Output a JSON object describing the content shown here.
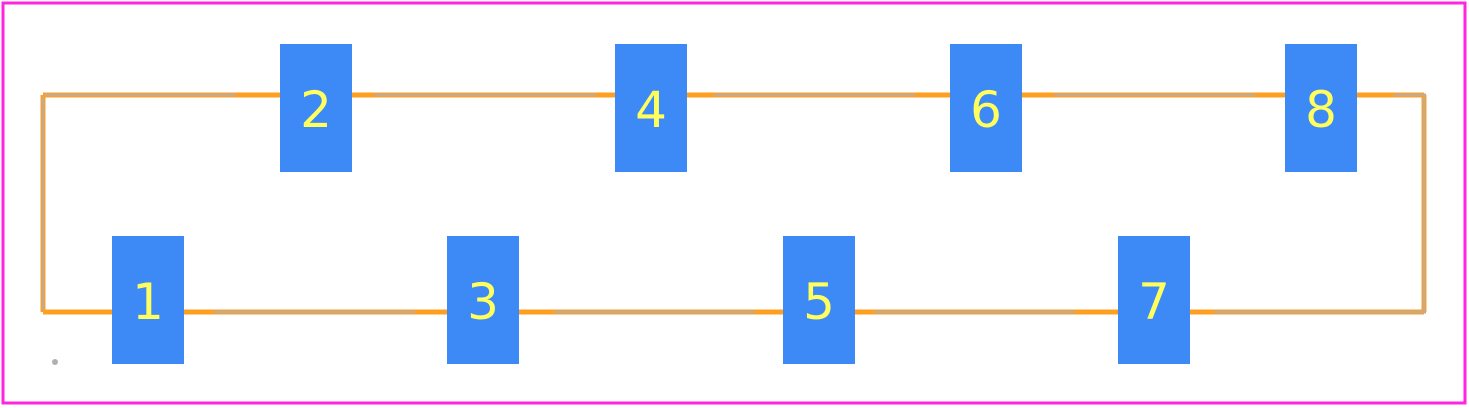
{
  "colors": {
    "background": "#ffffff",
    "board_outline": "#ff26e2",
    "silkscreen": "#ff9f1f",
    "silkscreen_highlight": "#c8aa86",
    "pad": "#3d8af7",
    "pad_label": "#ffff5e",
    "origin_marker": "#b0b0b0"
  },
  "pads": [
    {
      "label": "1",
      "row": "bottom"
    },
    {
      "label": "2",
      "row": "top"
    },
    {
      "label": "3",
      "row": "bottom"
    },
    {
      "label": "4",
      "row": "top"
    },
    {
      "label": "5",
      "row": "bottom"
    },
    {
      "label": "6",
      "row": "top"
    },
    {
      "label": "7",
      "row": "bottom"
    },
    {
      "label": "8",
      "row": "top"
    }
  ]
}
